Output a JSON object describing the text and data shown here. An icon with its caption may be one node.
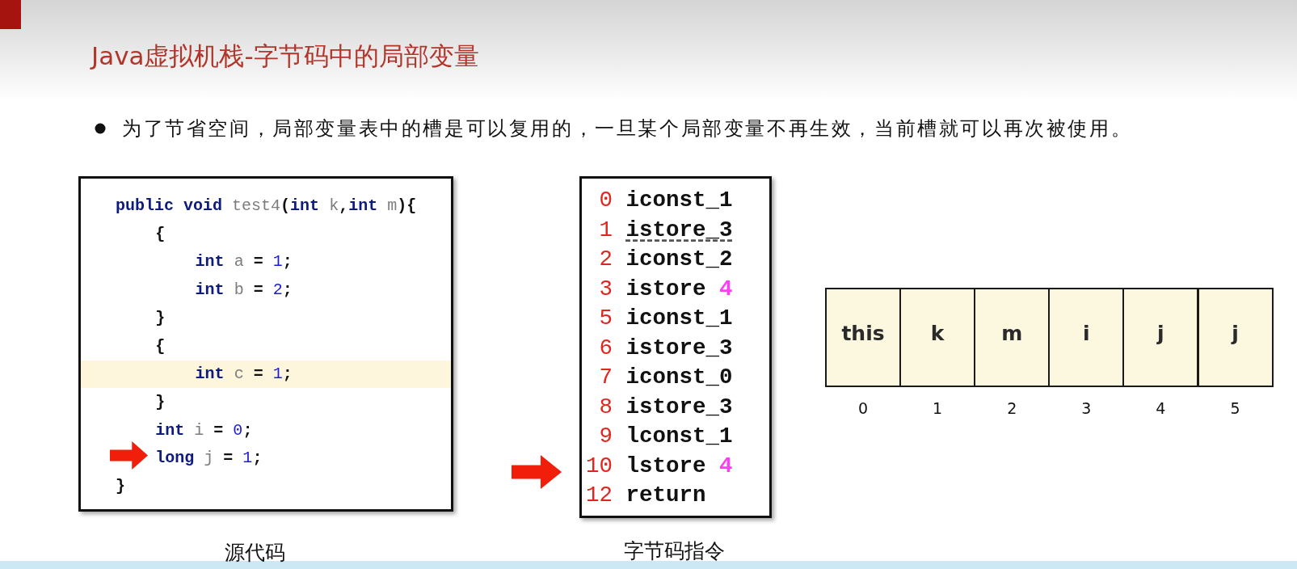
{
  "diagram": {
    "title": "Java虚拟机栈-字节码中的局部变量",
    "nodes": [
      {
        "text": [
          "**public** **void** test4(**int** k,**int** m){",
          "{",
          "**int** a = 1;",
          "**int** b = 2;",
          "}",
          "{",
          "**int** c = 1;",
          "}",
          "**int** i = 0;",
          "**long** j = 1;",
          "}"
        ],
        "beside": [
          "源代码"
        ]
      },
      {
        "text": [
          "0 iconst_1",
          "1 istore_3",
          "2 iconst_2",
          "3 istore 4",
          "5 iconst_1",
          "6 istore_3",
          "7 iconst_0",
          "8 istore_3",
          "9 lconst_1",
          "10 lstore 4",
          "12 return"
        ],
        "beside": [
          "字节码指令"
        ]
      },
      {
        "text": [
          "this"
        ],
        "beside": [
          "0"
        ]
      },
      {
        "text": [
          "k"
        ],
        "beside": [
          "1"
        ]
      },
      {
        "text": [
          "m"
        ],
        "beside": [
          "2"
        ]
      },
      {
        "text": [
          "i"
        ],
        "beside": [
          "3"
        ]
      },
      {
        "text": [
          "j"
        ],
        "beside": [
          "4"
        ]
      },
      {
        "text": [
          "j"
        ],
        "beside": [
          "5"
        ]
      }
    ],
    "labels": [
      "为了节省空间，局部变量表中的槽是可以复用的，一旦某个局部变量不再生效，当前槽就可以再次被使用。"
    ]
  }
}
